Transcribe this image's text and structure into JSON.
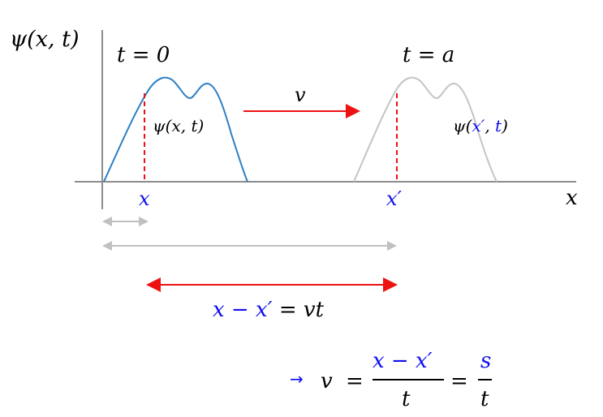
{
  "colors": {
    "axis": "#8c8c8c",
    "curve_t0": "#2e7fc4",
    "curve_ta": "#c4c4c4",
    "dashed": "#ee1111",
    "velocity_arrow": "#ee1111",
    "distance_arrow_gray": "#c0c0c0",
    "displacement_arrow": "#ee1111",
    "highlight_text": "#1010ee",
    "text": "#000000"
  },
  "axes": {
    "y_label": "ψ(x, t)",
    "x_label": "x"
  },
  "wave_t0": {
    "time_label": "t = 0",
    "function_label": "ψ(x, t)",
    "marker_label": "x"
  },
  "wave_ta": {
    "time_label": "t = a",
    "function_label_prefix": "ψ(",
    "function_label_var1": "x′",
    "function_label_sep": ", ",
    "function_label_var2": "t",
    "function_label_suffix": ")",
    "marker_label": "x′"
  },
  "velocity": {
    "label": "v"
  },
  "displacement": {
    "lhs_a": "x",
    "minus": " − ",
    "lhs_b": "x′",
    "equals": " = ",
    "rhs": "vt"
  },
  "formula": {
    "arrow": "→",
    "lhs": "v",
    "eq1": "=",
    "numerator": "x − x′",
    "denominator1": "t",
    "eq2": "=",
    "numerator2": "s",
    "denominator2": "t"
  }
}
